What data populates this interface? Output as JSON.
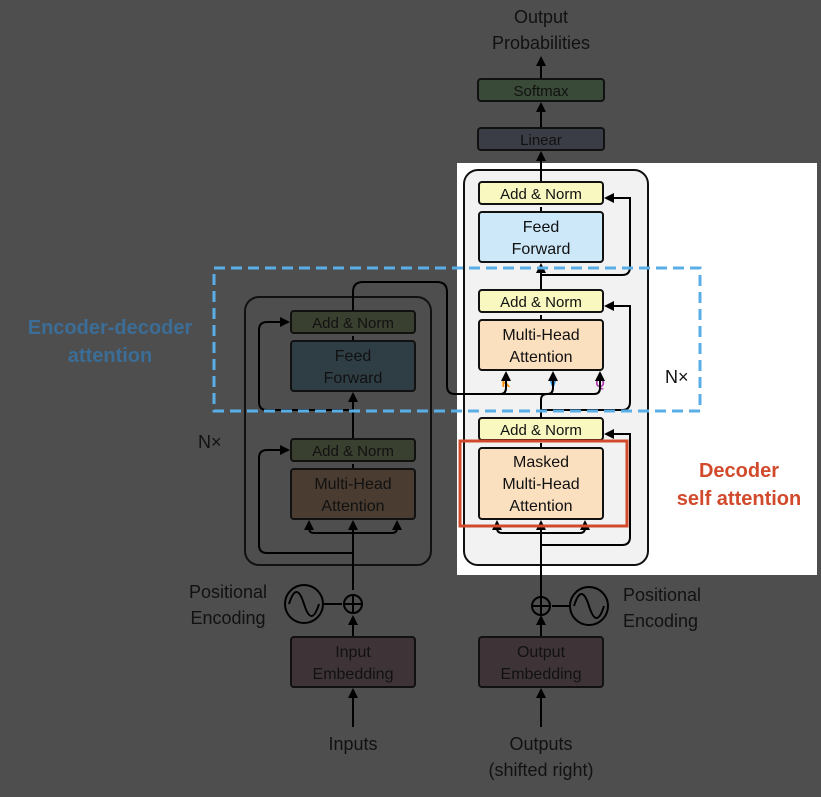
{
  "top": {
    "output_line1": "Output",
    "output_line2": "Probabilities",
    "softmax": "Softmax",
    "linear": "Linear"
  },
  "decoder": {
    "add_norm": "Add & Norm",
    "feed_forward_line1": "Feed",
    "feed_forward_line2": "Forward",
    "mha_line1": "Multi-Head",
    "mha_line2": "Attention",
    "masked_line1": "Masked",
    "masked_line2": "Multi-Head",
    "masked_line3": "Attention",
    "k": "K",
    "v": "V",
    "q": "Q",
    "nx": "N×",
    "pos_line1": "Positional",
    "pos_line2": "Encoding",
    "embed_line1": "Output",
    "embed_line2": "Embedding",
    "input_line1": "Outputs",
    "input_line2": "(shifted right)"
  },
  "encoder": {
    "add_norm": "Add & Norm",
    "feed_forward_line1": "Feed",
    "feed_forward_line2": "Forward",
    "mha_line1": "Multi-Head",
    "mha_line2": "Attention",
    "nx": "N×",
    "pos_line1": "Positional",
    "pos_line2": "Encoding",
    "embed_line1": "Input",
    "embed_line2": "Embedding",
    "input": "Inputs"
  },
  "annotations": {
    "enc_dec_line1": "Encoder-decoder",
    "enc_dec_line2": "attention",
    "self_line1": "Decoder",
    "self_line2": "self attention"
  },
  "colors": {
    "background": "#4e4e4e",
    "highlight": "#ffffff",
    "enc_dec_annotation": "#3b6d96",
    "enc_dec_dashed": "#5aaee6",
    "self_annotation": "#d24a2c",
    "k_color": "#ff8a00",
    "v_color": "#1f8fe6",
    "q_color": "#b03ab5"
  }
}
